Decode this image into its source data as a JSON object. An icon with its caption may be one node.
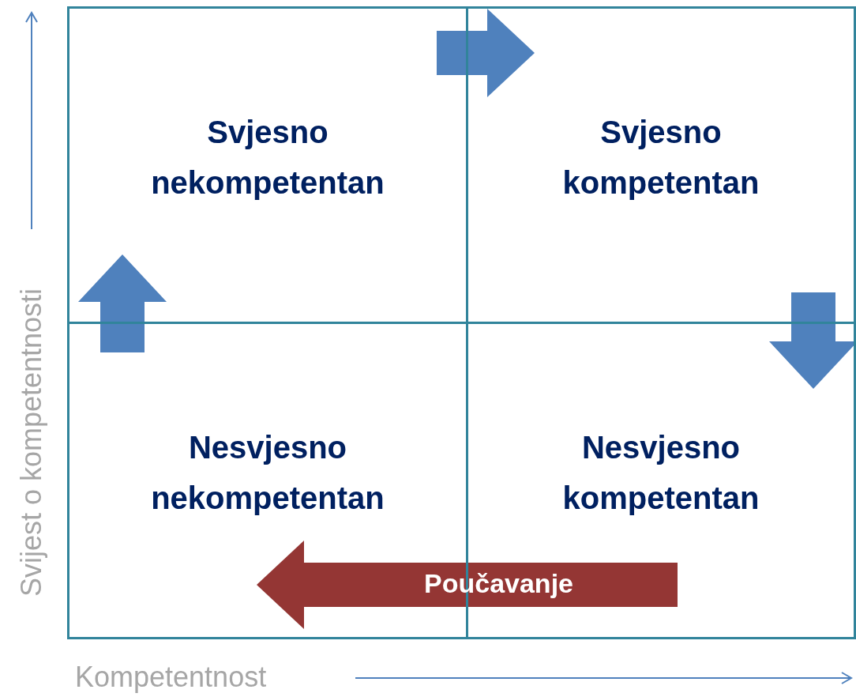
{
  "diagram": {
    "nodes": [
      {
        "text": [
          "Svjesno nekompetentan"
        ]
      },
      {
        "text": [
          "Svjesno kompetentan"
        ]
      },
      {
        "text": [
          "Nesvjesno nekompetentan"
        ]
      },
      {
        "text": [
          "Nesvjesno kompetentan"
        ]
      }
    ],
    "edges": [
      {
        "from": 2,
        "to": 0,
        "arrow": "to"
      },
      {
        "from": 0,
        "to": 1,
        "arrow": "to"
      },
      {
        "from": 1,
        "to": 3,
        "arrow": "to"
      },
      {
        "from": 3,
        "to": 2,
        "arrow": "to",
        "label": "Poučavanje",
        "color": "#943634"
      }
    ],
    "labels": [
      "Svijest o kompetentnosti",
      "Kompetentnost"
    ]
  }
}
